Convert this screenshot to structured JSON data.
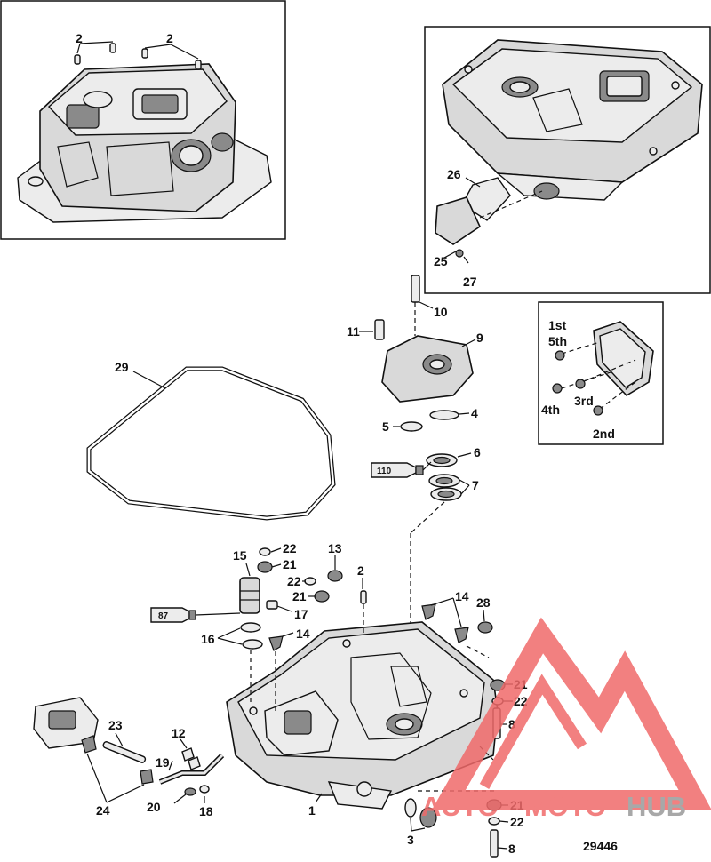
{
  "diagram": {
    "reference_number": "29446",
    "watermark": {
      "part1": "AUTO",
      "part2": "MOTO",
      "part3": "HUB",
      "color_primary": "#f06a6a",
      "color_secondary": "#9a9a9a"
    },
    "callouts": {
      "c1": "1",
      "c2": "2",
      "c2a": "2",
      "c2b": "2",
      "c3": "3",
      "c4": "4",
      "c5": "5",
      "c6": "6",
      "c7": "7",
      "c8a": "8",
      "c8b": "8",
      "c9": "9",
      "c10": "10",
      "c11": "11",
      "c12": "12",
      "c13": "13",
      "c14a": "14",
      "c14b": "14",
      "c15": "15",
      "c16": "16",
      "c17": "17",
      "c18": "18",
      "c19": "19",
      "c20": "20",
      "c21a": "21",
      "c21b": "21",
      "c21c": "21",
      "c21d": "21",
      "c22a": "22",
      "c22b": "22",
      "c22c": "22",
      "c22d": "22",
      "c23": "23",
      "c24": "24",
      "c25": "25",
      "c26": "26",
      "c27": "27",
      "c28": "28",
      "c29": "29"
    },
    "tubes": {
      "t110": "110",
      "t87": "87"
    },
    "torque_sequence": {
      "first": "1st",
      "fifth": "5th",
      "third": "3rd",
      "fourth": "4th",
      "second": "2nd"
    }
  }
}
